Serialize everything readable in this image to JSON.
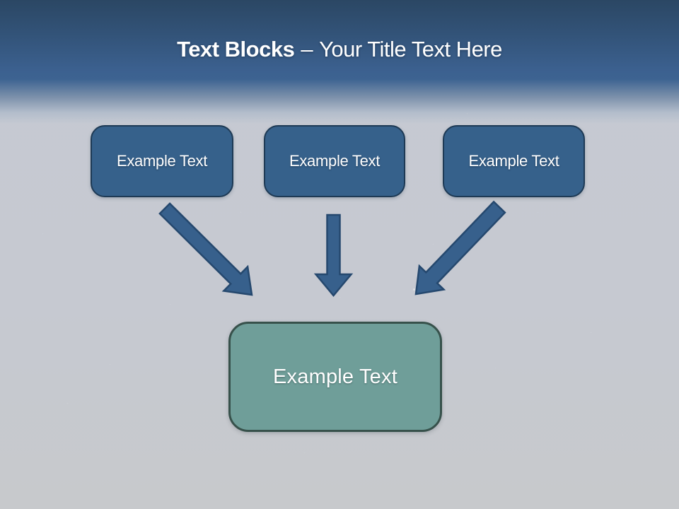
{
  "slide": {
    "title": {
      "bold": "Text Blocks",
      "separator": "–",
      "regular": "Your Title Text Here"
    }
  },
  "diagram": {
    "type": "convergence-flow",
    "source_blocks": [
      {
        "id": 1,
        "label": "Example Text"
      },
      {
        "id": 2,
        "label": "Example Text"
      },
      {
        "id": 3,
        "label": "Example Text"
      }
    ],
    "target_block": {
      "label": "Example Text"
    },
    "arrows": [
      {
        "name": "arrow-from-block-1",
        "from": "source-block-1",
        "to": "target-block",
        "direction": "down-right"
      },
      {
        "name": "arrow-from-block-2",
        "from": "source-block-2",
        "to": "target-block",
        "direction": "down"
      },
      {
        "name": "arrow-from-block-3",
        "from": "source-block-3",
        "to": "target-block",
        "direction": "down-left"
      }
    ]
  },
  "colors": {
    "header_top": "#2b4764",
    "header_mid": "#3d6391",
    "background": "#c5c9d2",
    "background_bottom": "#c7c9cc",
    "block_fill": "#36618b",
    "block_border": "#1e3a55",
    "target_fill": "#6f9e99",
    "target_border": "#37514b",
    "arrow_fill": "#37608c",
    "arrow_stroke": "#25486e",
    "title_text": "#ffffff",
    "block_text": "#ffffff"
  }
}
